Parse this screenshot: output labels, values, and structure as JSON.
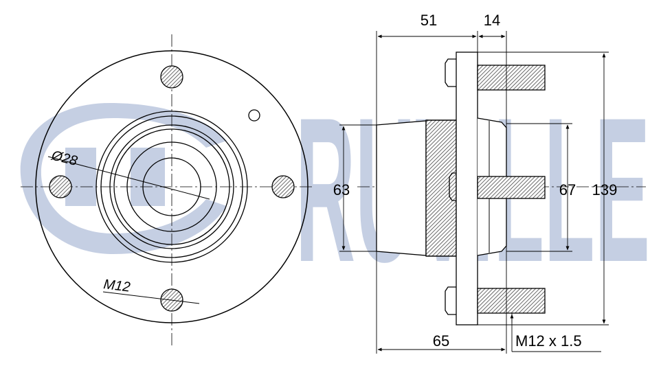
{
  "brand": {
    "name": "RUVILLE",
    "color": "#c5cfe3"
  },
  "front_view": {
    "bore_label": "Ø28",
    "stud_label": "M12"
  },
  "side_view": {
    "dim_top_left": "51",
    "dim_top_right": "14",
    "dim_left_height": "63",
    "dim_pilot": "67",
    "dim_flange": "139",
    "dim_bottom_width": "65",
    "dim_thread": "M12 x 1.5"
  },
  "colors": {
    "line": "#000000",
    "hatch": "#555555"
  }
}
